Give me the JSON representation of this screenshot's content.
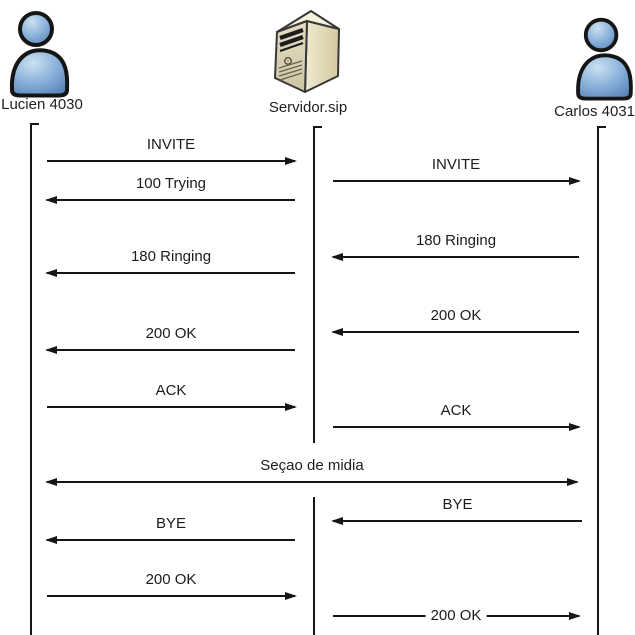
{
  "diagram": {
    "type": "sip-call-flow-sequence-diagram"
  },
  "actors": [
    {
      "id": "lucien",
      "label": "Lucien 4030",
      "icon": "person-icon"
    },
    {
      "id": "servidor",
      "label": "Servidor.sip",
      "icon": "server-icon"
    },
    {
      "id": "carlos",
      "label": "Carlos 4031",
      "icon": "person-icon"
    }
  ],
  "messages": [
    {
      "label": "INVITE",
      "from": "Lucien 4030",
      "to": "Servidor.sip",
      "direction": "right"
    },
    {
      "label": "INVITE",
      "from": "Servidor.sip",
      "to": "Carlos 4031",
      "direction": "right"
    },
    {
      "label": "100 Trying",
      "from": "Servidor.sip",
      "to": "Lucien 4030",
      "direction": "left"
    },
    {
      "label": "180 Ringing",
      "from": "Carlos 4031",
      "to": "Servidor.sip",
      "direction": "left"
    },
    {
      "label": "180 Ringing",
      "from": "Servidor.sip",
      "to": "Lucien 4030",
      "direction": "left"
    },
    {
      "label": "200 OK",
      "from": "Carlos 4031",
      "to": "Servidor.sip",
      "direction": "left"
    },
    {
      "label": "200 OK",
      "from": "Servidor.sip",
      "to": "Lucien 4030",
      "direction": "left"
    },
    {
      "label": "ACK",
      "from": "Lucien 4030",
      "to": "Servidor.sip",
      "direction": "right"
    },
    {
      "label": "ACK",
      "from": "Servidor.sip",
      "to": "Carlos 4031",
      "direction": "right"
    },
    {
      "label": "Seçao de midia",
      "from": "Lucien 4030",
      "to": "Carlos 4031",
      "direction": "both"
    },
    {
      "label": "BYE",
      "from": "Carlos 4031",
      "to": "Servidor.sip",
      "direction": "left"
    },
    {
      "label": "BYE",
      "from": "Servidor.sip",
      "to": "Lucien 4030",
      "direction": "left"
    },
    {
      "label": "200 OK",
      "from": "Lucien 4030",
      "to": "Servidor.sip",
      "direction": "right"
    },
    {
      "label": "200 OK",
      "from": "Servidor.sip",
      "to": "Carlos 4031",
      "direction": "right"
    }
  ],
  "colors": {
    "background": "#FFFFFF",
    "line": "#161616",
    "person_fill": "#7FA8D2",
    "server_front": "#DCD5BB",
    "server_side": "#EDE5C9",
    "server_top": "#F6F1DD"
  }
}
